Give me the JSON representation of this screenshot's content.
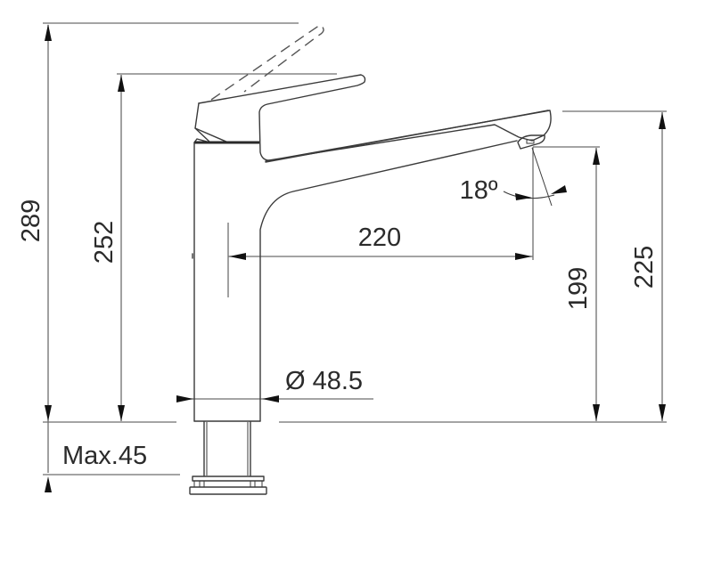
{
  "drawing": {
    "subject": "Kitchen mixer tap with swivel spout",
    "units": "mm",
    "line_color": "#3a3a3a",
    "dimension_color": "#6e6e6e",
    "background": "#ffffff"
  },
  "dimensions": {
    "overall_height_lever_up": "289",
    "overall_height_lever_down": "252",
    "spout_reach": "220",
    "spout_angle": "18º",
    "spout_outlet_height": "199",
    "spout_top_height": "225",
    "body_diameter": "Ø 48.5",
    "max_deck_thickness": "Max.45"
  }
}
